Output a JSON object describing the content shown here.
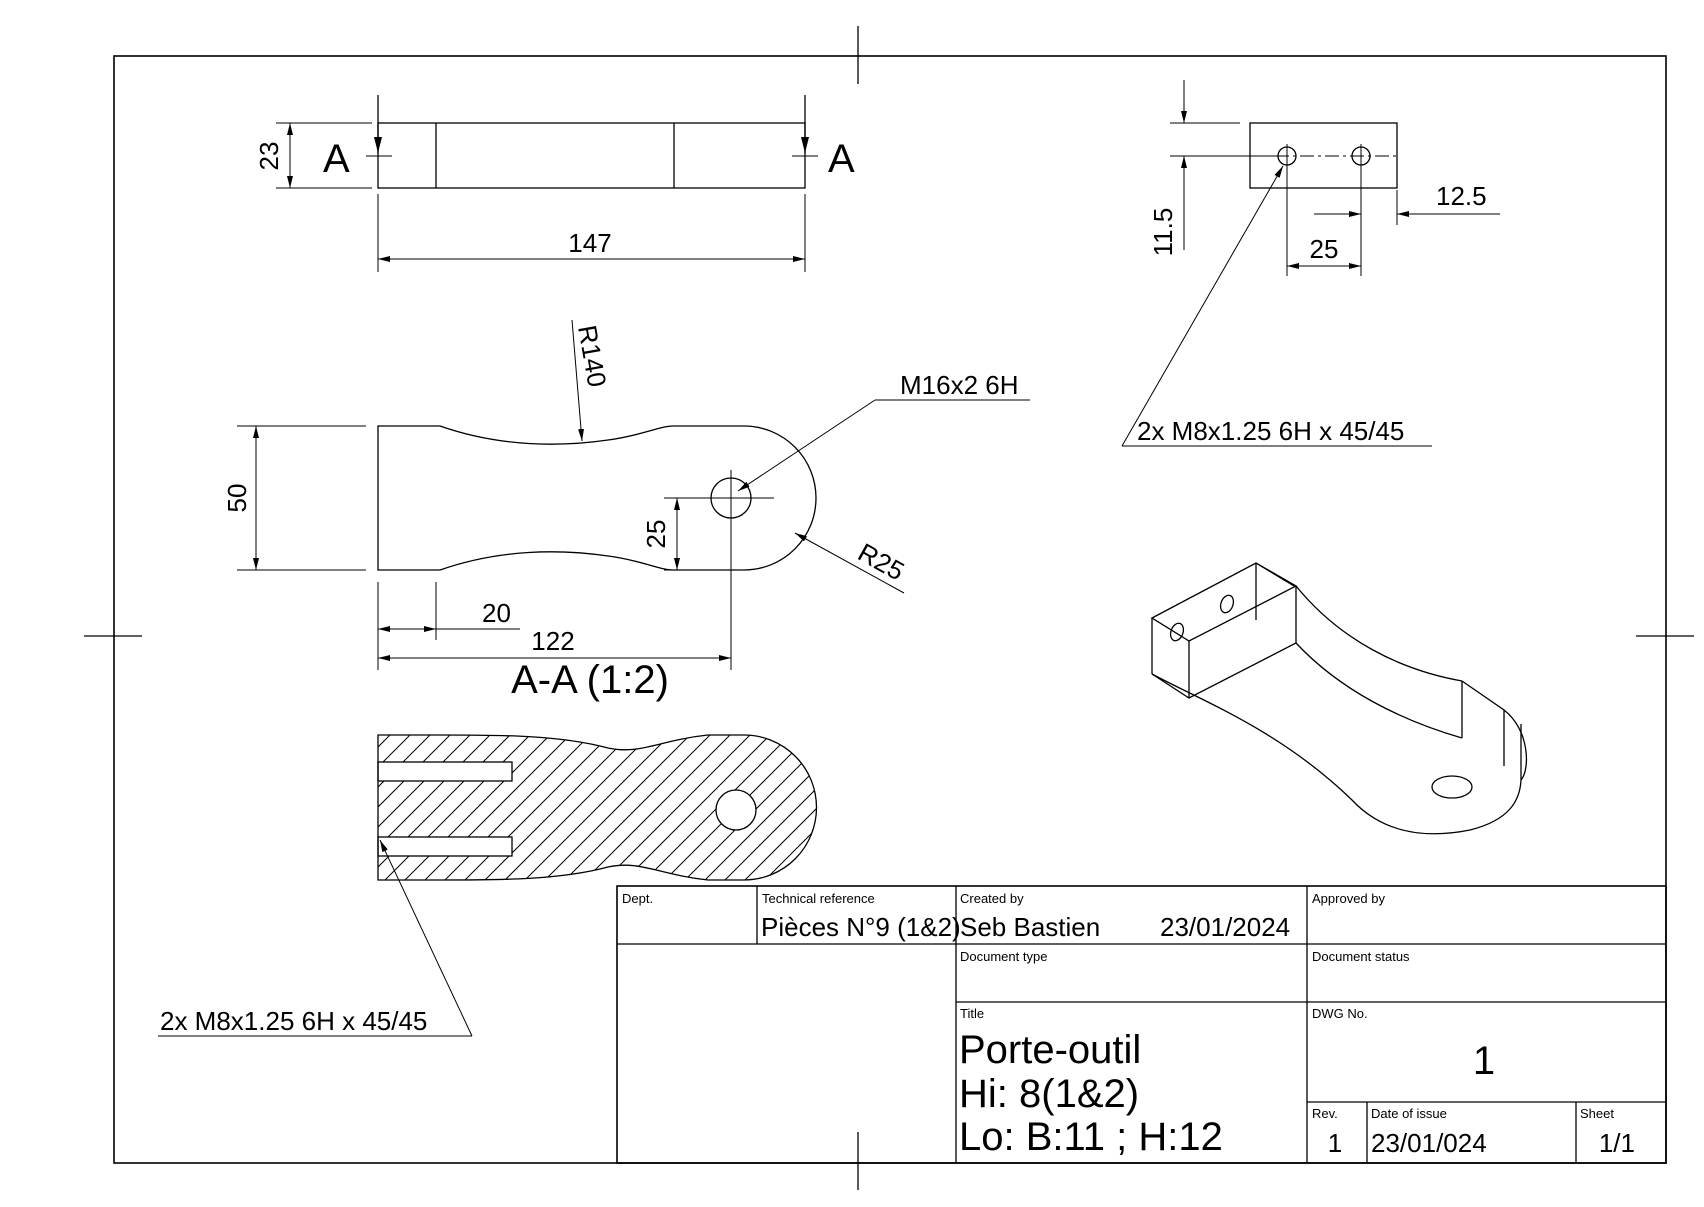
{
  "views": {
    "top": {
      "section_label_left": "A",
      "section_label_right": "A",
      "dim_thickness": "23",
      "dim_length": "147"
    },
    "front": {
      "dim_r140": "R140",
      "dim_m16": "M16x2 6H",
      "dim_height": "50",
      "dim_hole_offset": "25",
      "dim_r25": "R25",
      "dim_20": "20",
      "dim_122": "122"
    },
    "section": {
      "title": "A-A (1:2)",
      "callout": "2x M8x1.25 6H x 45/45"
    },
    "end": {
      "dim_11_5": "11.5",
      "dim_12_5": "12.5",
      "dim_25": "25",
      "callout": "2x M8x1.25 6H x 45/45"
    }
  },
  "title_block": {
    "dept_label": "Dept.",
    "dept_value": "",
    "techref_label": "Technical reference",
    "techref_value": "Pièces N°9 (1&2)",
    "created_label": "Created by",
    "created_name": "Seb Bastien",
    "created_date": "23/01/2024",
    "approved_label": "Approved by",
    "approved_value": "",
    "doctype_label": "Document type",
    "doctype_value": "",
    "docstatus_label": "Document status",
    "docstatus_value": "",
    "title_label": "Title",
    "title_line1": "Porte-outil",
    "title_line2": "Hi: 8(1&2)",
    "title_line3": "Lo: B:11 ; H:12",
    "dwg_label": "DWG No.",
    "dwg_value": "1",
    "rev_label": "Rev.",
    "rev_value": "1",
    "issue_label": "Date of issue",
    "issue_value": "23/01/024",
    "sheet_label": "Sheet",
    "sheet_value": "1/1"
  }
}
